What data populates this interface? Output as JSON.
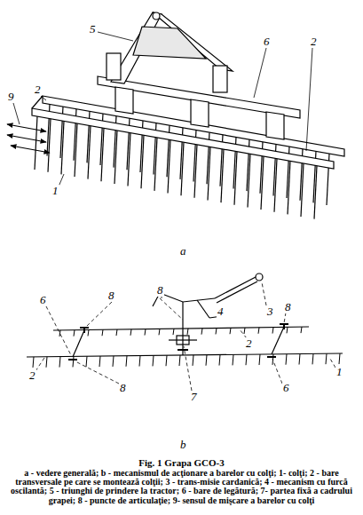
{
  "diagram": {
    "title": "Fig. 1 Grapa GCO-3",
    "caption": "a - vedere generală; b - mecanismul de acţionare a barelor cu colţi; 1- colţi; 2 - bare transversale pe care se montează colţii; 3 - trans-misie cardanică; 4 - mecanism cu furcă oscilantă; 5 - triunghi de prindere la tractor; 6 - bare de legătură; 7- partea fixă a cadrului grapei; 8 - puncte de articulaţie; 9- sensul de mişcare a barelor cu colţi",
    "labels": [
      "5",
      "6",
      "2",
      "9",
      "2",
      "1",
      "a",
      "6",
      "8",
      "8",
      "3",
      "4",
      "2",
      "8",
      "2",
      "8",
      "7",
      "6",
      "1",
      "b"
    ]
  }
}
